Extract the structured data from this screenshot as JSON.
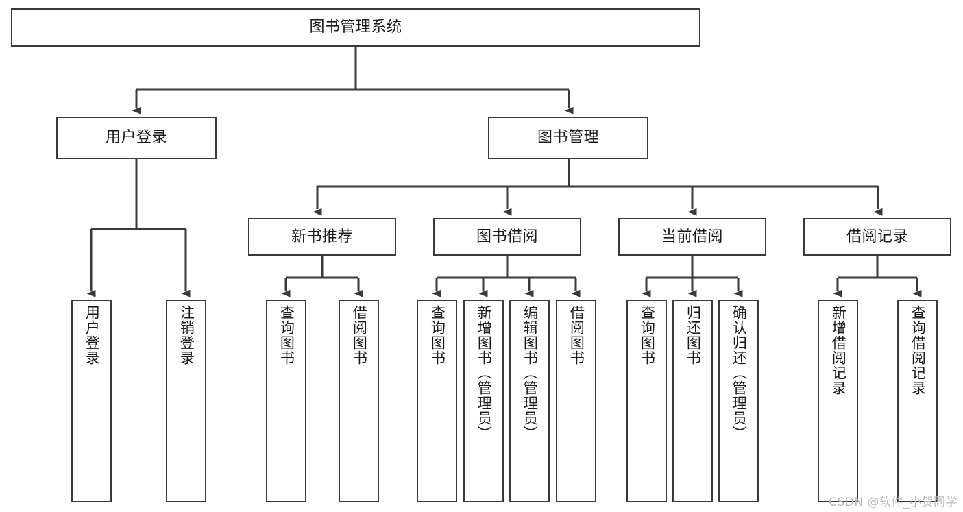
{
  "diagram": {
    "title": "图书管理系统",
    "type": "tree",
    "watermark": "CSDN @软件_小贺同学",
    "root": {
      "id": "root",
      "label": "图书管理系统"
    },
    "level2": [
      {
        "id": "user-login",
        "label": "用户登录"
      },
      {
        "id": "book-management",
        "label": "图书管理"
      }
    ],
    "level3": [
      {
        "id": "new-book-recommend",
        "label": "新书推荐",
        "parent": "book-management"
      },
      {
        "id": "book-borrow",
        "label": "图书借阅",
        "parent": "book-management"
      },
      {
        "id": "current-borrow",
        "label": "当前借阅",
        "parent": "book-management"
      },
      {
        "id": "borrow-record",
        "label": "借阅记录",
        "parent": "book-management"
      }
    ],
    "leaves": [
      {
        "id": "leaf-user-login",
        "label": "用户登录",
        "parent": "user-login"
      },
      {
        "id": "leaf-user-logout",
        "label": "注销登录",
        "parent": "user-login"
      },
      {
        "id": "leaf-query-book-1",
        "label": "查询图书",
        "parent": "new-book-recommend"
      },
      {
        "id": "leaf-borrow-book-1",
        "label": "借阅图书",
        "parent": "new-book-recommend"
      },
      {
        "id": "leaf-query-book-2",
        "label": "查询图书",
        "parent": "book-borrow"
      },
      {
        "id": "leaf-add-book",
        "label": "新增图书（管理员）",
        "parent": "book-borrow"
      },
      {
        "id": "leaf-edit-book",
        "label": "编辑图书（管理员）",
        "parent": "book-borrow"
      },
      {
        "id": "leaf-borrow-book-2",
        "label": "借阅图书",
        "parent": "book-borrow"
      },
      {
        "id": "leaf-query-book-3",
        "label": "查询图书",
        "parent": "current-borrow"
      },
      {
        "id": "leaf-return-book",
        "label": "归还图书",
        "parent": "current-borrow"
      },
      {
        "id": "leaf-confirm-return",
        "label": "确认归还（管理员）",
        "parent": "current-borrow"
      },
      {
        "id": "leaf-add-record",
        "label": "新增借阅记录",
        "parent": "borrow-record"
      },
      {
        "id": "leaf-query-record",
        "label": "查询借阅记录",
        "parent": "borrow-record"
      }
    ],
    "colors": {
      "stroke": "#3a3a3a",
      "fill": "#ffffff",
      "text": "#1a1a1a",
      "watermark": "#b9b9b9"
    }
  }
}
